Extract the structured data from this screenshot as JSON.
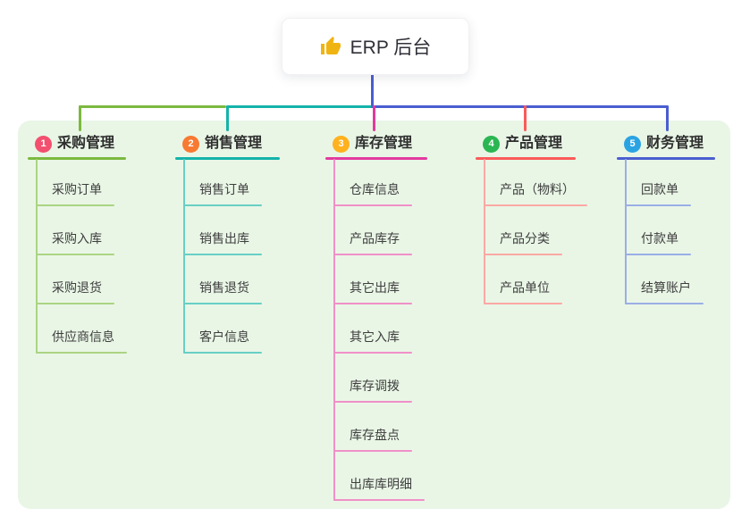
{
  "root": {
    "label": "ERP 后台",
    "icon": "thumbs-up-icon",
    "icon_color": "#f0b412",
    "stem_color": "#4a5ed0"
  },
  "panel": {
    "background": "#e9f6e6"
  },
  "branches": [
    {
      "number": "1",
      "title": "采购管理",
      "badge_color": "#f2506e",
      "line_color": "#7cb93f",
      "child_line_color": "#abd483",
      "children": [
        "采购订单",
        "采购入库",
        "采购退货",
        "供应商信息"
      ]
    },
    {
      "number": "2",
      "title": "销售管理",
      "badge_color": "#f87932",
      "line_color": "#14b3a9",
      "child_line_color": "#68cfc5",
      "children": [
        "销售订单",
        "销售出库",
        "销售退货",
        "客户信息"
      ]
    },
    {
      "number": "3",
      "title": "库存管理",
      "badge_color": "#ffb11e",
      "line_color": "#e33a9e",
      "child_line_color": "#f090c8",
      "children": [
        "仓库信息",
        "产品库存",
        "其它出库",
        "其它入库",
        "库存调拨",
        "库存盘点",
        "出库库明细"
      ]
    },
    {
      "number": "4",
      "title": "产品管理",
      "badge_color": "#2ab652",
      "line_color": "#fa5a5a",
      "child_line_color": "#fca8a4",
      "children": [
        "产品（物料）",
        "产品分类",
        "产品单位"
      ]
    },
    {
      "number": "5",
      "title": "财务管理",
      "badge_color": "#2aa3e2",
      "line_color": "#4a5ed0",
      "child_line_color": "#9aaee6",
      "children": [
        "回款单",
        "付款单",
        "结算账户"
      ]
    }
  ]
}
